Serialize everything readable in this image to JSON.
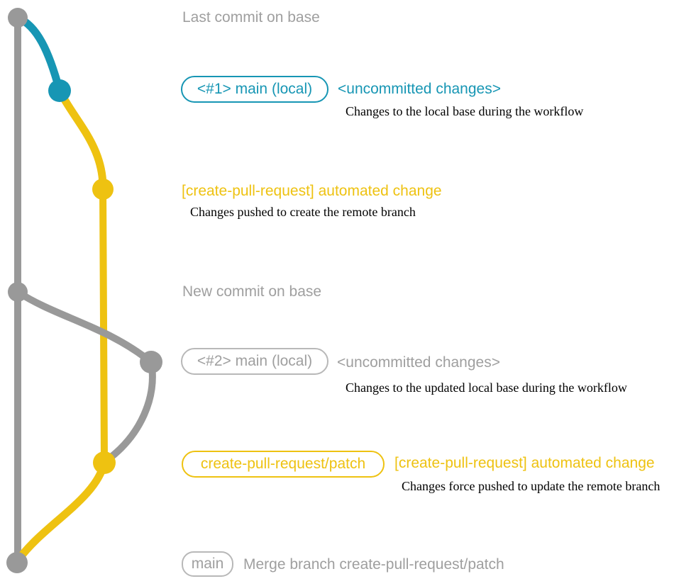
{
  "colors": {
    "base_gray": "#999999",
    "gray_text": "#9f9f9f",
    "gray_border": "#b8b8b8",
    "teal": "#1796b4",
    "yellow": "#eec211",
    "caption_black": "#000000"
  },
  "graph": {
    "branches": [
      {
        "name": "base",
        "color": "#999999"
      },
      {
        "name": "main (local)",
        "color": "#1796b4"
      },
      {
        "name": "create-pull-request/patch",
        "color": "#eec211"
      }
    ],
    "commits": [
      {
        "id": "last-commit-on-base",
        "branch": "base",
        "color": "#999999"
      },
      {
        "id": "uncommitted-changes-1",
        "branch": "main (local)",
        "color": "#1796b4"
      },
      {
        "id": "automated-change-1",
        "branch": "create-pull-request/patch",
        "color": "#eec211"
      },
      {
        "id": "new-commit-on-base",
        "branch": "base",
        "color": "#999999"
      },
      {
        "id": "uncommitted-changes-2",
        "branch": "main (local)",
        "color": "#999999"
      },
      {
        "id": "automated-change-2",
        "branch": "create-pull-request/patch",
        "color": "#eec211"
      },
      {
        "id": "merge-commit",
        "branch": "base",
        "color": "#999999"
      }
    ]
  },
  "annotations": {
    "last_commit_label": "Last commit on base",
    "new_commit_label": "New commit on base",
    "row1": {
      "badge": "<#1> main (local)",
      "title": "<uncommitted changes>",
      "caption": "Changes to the local base during the workflow"
    },
    "row2": {
      "title": "[create-pull-request] automated change",
      "caption": "Changes pushed to create the remote branch"
    },
    "row3": {
      "badge": "<#2> main (local)",
      "title": "<uncommitted changes>",
      "caption": "Changes to the updated local base during the workflow"
    },
    "row4": {
      "badge": "create-pull-request/patch",
      "title": "[create-pull-request] automated change",
      "caption": "Changes force pushed to update the remote branch"
    },
    "row5": {
      "badge": "main",
      "title": "Merge branch create-pull-request/patch"
    }
  }
}
